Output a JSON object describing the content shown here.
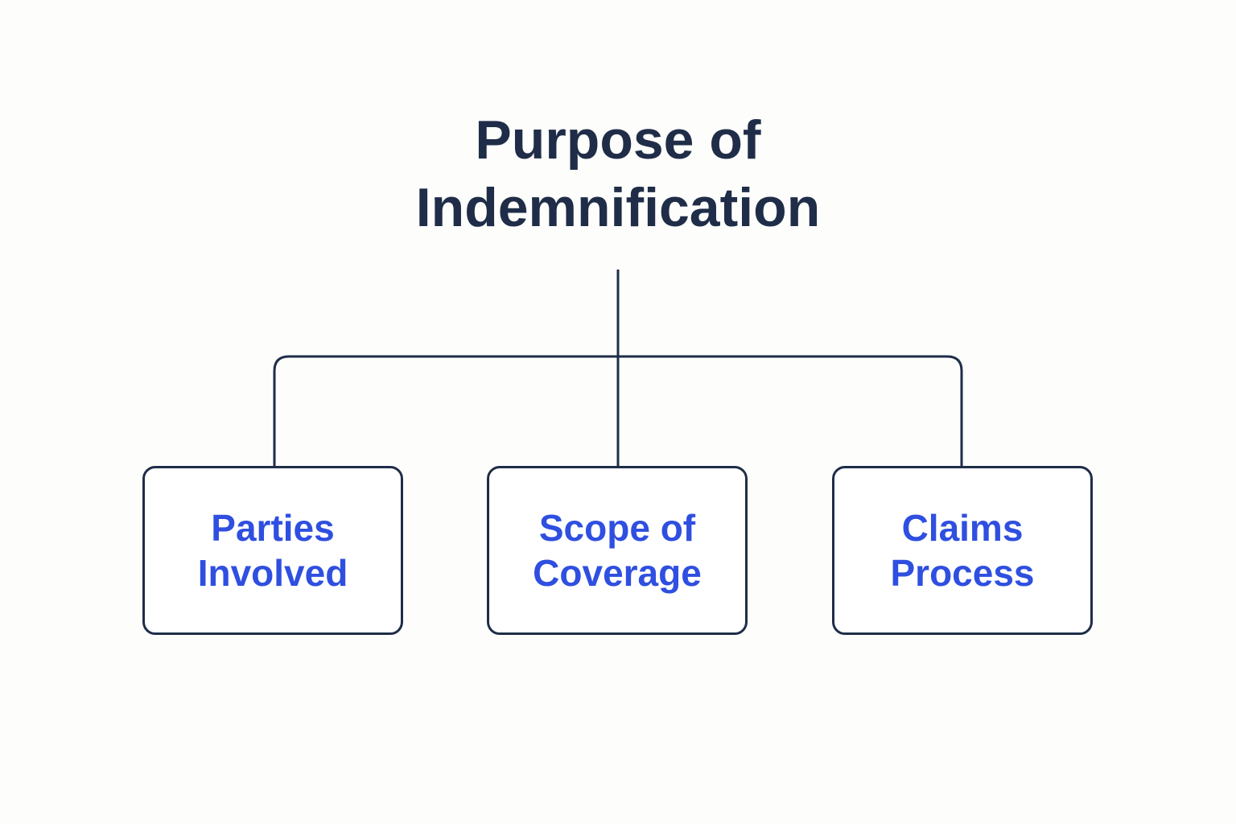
{
  "title": {
    "line1": "Purpose of",
    "line2": "Indemnification"
  },
  "nodes": [
    {
      "line1": "Parties",
      "line2": "Involved"
    },
    {
      "line1": "Scope of",
      "line2": "Coverage"
    },
    {
      "line1": "Claims",
      "line2": "Process"
    }
  ],
  "colors": {
    "background": "#fdfdfb",
    "title_text": "#1f2d48",
    "lines": "#1f2d48",
    "node_text": "#2f4fe0"
  }
}
